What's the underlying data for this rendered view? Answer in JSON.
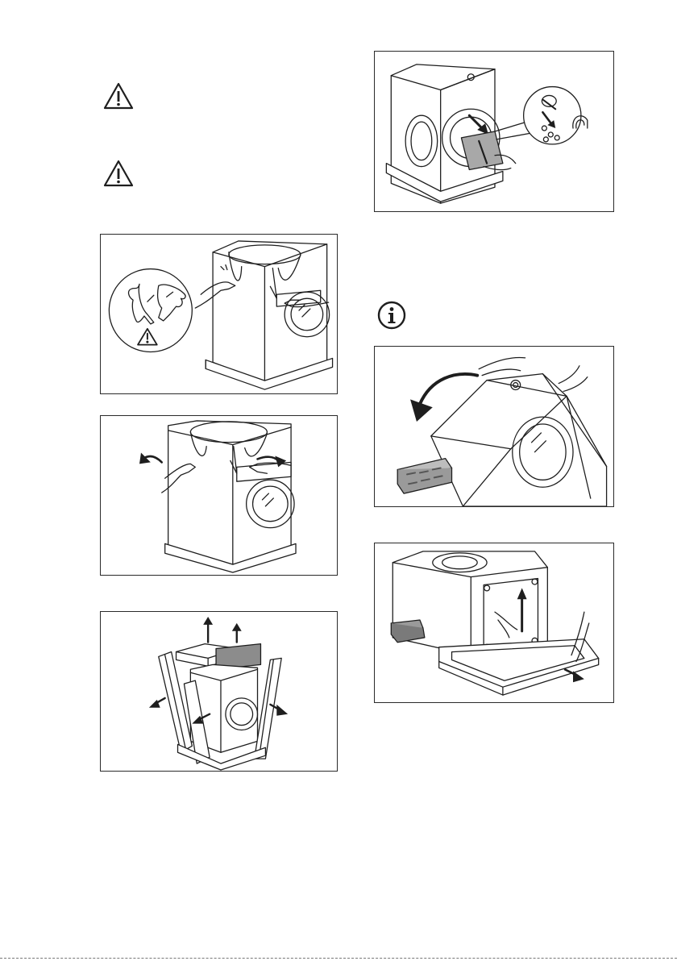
{
  "page": {
    "warnings": [
      {
        "icon": "warning-triangle-icon"
      },
      {
        "icon": "warning-triangle-icon"
      }
    ],
    "info": {
      "icon": "info-circle-icon"
    },
    "figures": [
      {
        "name": "figure-remove-foil-gloves",
        "depicts": "gloves-warning"
      },
      {
        "name": "figure-tear-foil"
      },
      {
        "name": "figure-remove-packaging-panels"
      },
      {
        "name": "figure-accessory-bag"
      },
      {
        "name": "figure-tilt-machine"
      },
      {
        "name": "figure-remove-base"
      }
    ]
  },
  "colors": {
    "line": "#1e1e1e",
    "shade": "#9a9a9a",
    "dark_shade": "#6e6e6e",
    "light_shade": "#d6d6d6"
  }
}
